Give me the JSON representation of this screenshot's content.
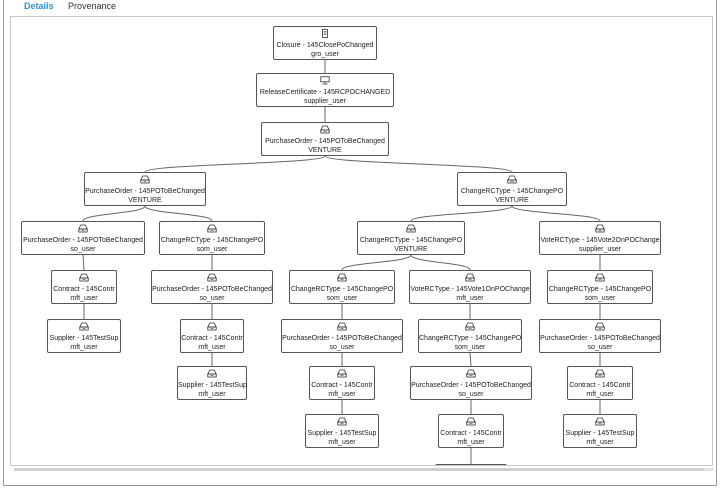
{
  "tabs": [
    {
      "label": "Details",
      "active": true
    },
    {
      "label": "Provenance",
      "active": false
    }
  ],
  "colors": {
    "accent": "#2f8fd6",
    "node_border": "#555555",
    "link": "#666666"
  },
  "tree": {
    "nodes": [
      {
        "id": "n1",
        "label": "Closure - 145ClosePoChanged",
        "user": "gro_user",
        "icon": "server-icon",
        "parent": null
      },
      {
        "id": "n2",
        "label": "ReleaseCertificate - 145RCPOCHANGED",
        "user": "supplier_user",
        "icon": "monitor-icon",
        "parent": "n1"
      },
      {
        "id": "n3",
        "label": "PurchaseOrder - 145POToBeChanged",
        "user": "VENTURE",
        "icon": "tray-icon",
        "parent": "n2"
      },
      {
        "id": "n4",
        "label": "PurchaseOrder - 145POToBeChanged",
        "user": "VENTURE",
        "icon": "tray-icon",
        "parent": "n3"
      },
      {
        "id": "n5",
        "label": "ChangeRCType - 145ChangePO",
        "user": "VENTURE",
        "icon": "tray-icon",
        "parent": "n3"
      },
      {
        "id": "n6",
        "label": "PurchaseOrder - 145POToBeChanged",
        "user": "so_user",
        "icon": "tray-icon",
        "parent": "n4"
      },
      {
        "id": "n7",
        "label": "ChangeRCType - 145ChangePO",
        "user": "som_user",
        "icon": "tray-icon",
        "parent": "n4"
      },
      {
        "id": "n8",
        "label": "ChangeRCType - 145ChangePO",
        "user": "VENTURE",
        "icon": "tray-icon",
        "parent": "n5"
      },
      {
        "id": "n9",
        "label": "VoteRCType - 145Vote2OnPOChange",
        "user": "supplier_user",
        "icon": "tray-icon",
        "parent": "n5"
      },
      {
        "id": "n10",
        "label": "Contract - 145Contr",
        "user": "mft_user",
        "icon": "tray-icon",
        "parent": "n6"
      },
      {
        "id": "n11",
        "label": "PurchaseOrder - 145POToBeChanged",
        "user": "so_user",
        "icon": "tray-icon",
        "parent": "n7"
      },
      {
        "id": "n12",
        "label": "ChangeRCType - 145ChangePO",
        "user": "som_user",
        "icon": "tray-icon",
        "parent": "n8"
      },
      {
        "id": "n13",
        "label": "VoteRCType - 145Vote1OnPOChange",
        "user": "mft_user",
        "icon": "tray-icon",
        "parent": "n8"
      },
      {
        "id": "n14",
        "label": "ChangeRCType - 145ChangePO",
        "user": "som_user",
        "icon": "tray-icon",
        "parent": "n9"
      },
      {
        "id": "n15",
        "label": "Supplier - 145TestSup",
        "user": "mft_user",
        "icon": "tray-icon",
        "parent": "n10"
      },
      {
        "id": "n16",
        "label": "Contract - 145Contr",
        "user": "mft_user",
        "icon": "tray-icon",
        "parent": "n11"
      },
      {
        "id": "n17",
        "label": "PurchaseOrder - 145POToBeChanged",
        "user": "so_user",
        "icon": "tray-icon",
        "parent": "n12"
      },
      {
        "id": "n18",
        "label": "ChangeRCType - 145ChangePO",
        "user": "som_user",
        "icon": "tray-icon",
        "parent": "n13"
      },
      {
        "id": "n19",
        "label": "PurchaseOrder - 145POToBeChanged",
        "user": "so_user",
        "icon": "tray-icon",
        "parent": "n14"
      },
      {
        "id": "n20",
        "label": "Supplier - 145TestSup",
        "user": "mft_user",
        "icon": "tray-icon",
        "parent": "n16"
      },
      {
        "id": "n21",
        "label": "Contract - 145Contr",
        "user": "mft_user",
        "icon": "tray-icon",
        "parent": "n17"
      },
      {
        "id": "n22",
        "label": "PurchaseOrder - 145POToBeChanged",
        "user": "so_user",
        "icon": "tray-icon",
        "parent": "n18"
      },
      {
        "id": "n23",
        "label": "Contract - 145Contr",
        "user": "mft_user",
        "icon": "tray-icon",
        "parent": "n19"
      },
      {
        "id": "n24",
        "label": "Supplier - 145TestSup",
        "user": "mft_user",
        "icon": "tray-icon",
        "parent": "n21"
      },
      {
        "id": "n25",
        "label": "Contract - 145Contr",
        "user": "mft_user",
        "icon": "tray-icon",
        "parent": "n22"
      },
      {
        "id": "n26",
        "label": "Supplier - 145TestSup",
        "user": "mft_user",
        "icon": "tray-icon",
        "parent": "n23"
      },
      {
        "id": "n27",
        "label": "",
        "user": "",
        "icon": "",
        "parent": "n25"
      }
    ]
  }
}
